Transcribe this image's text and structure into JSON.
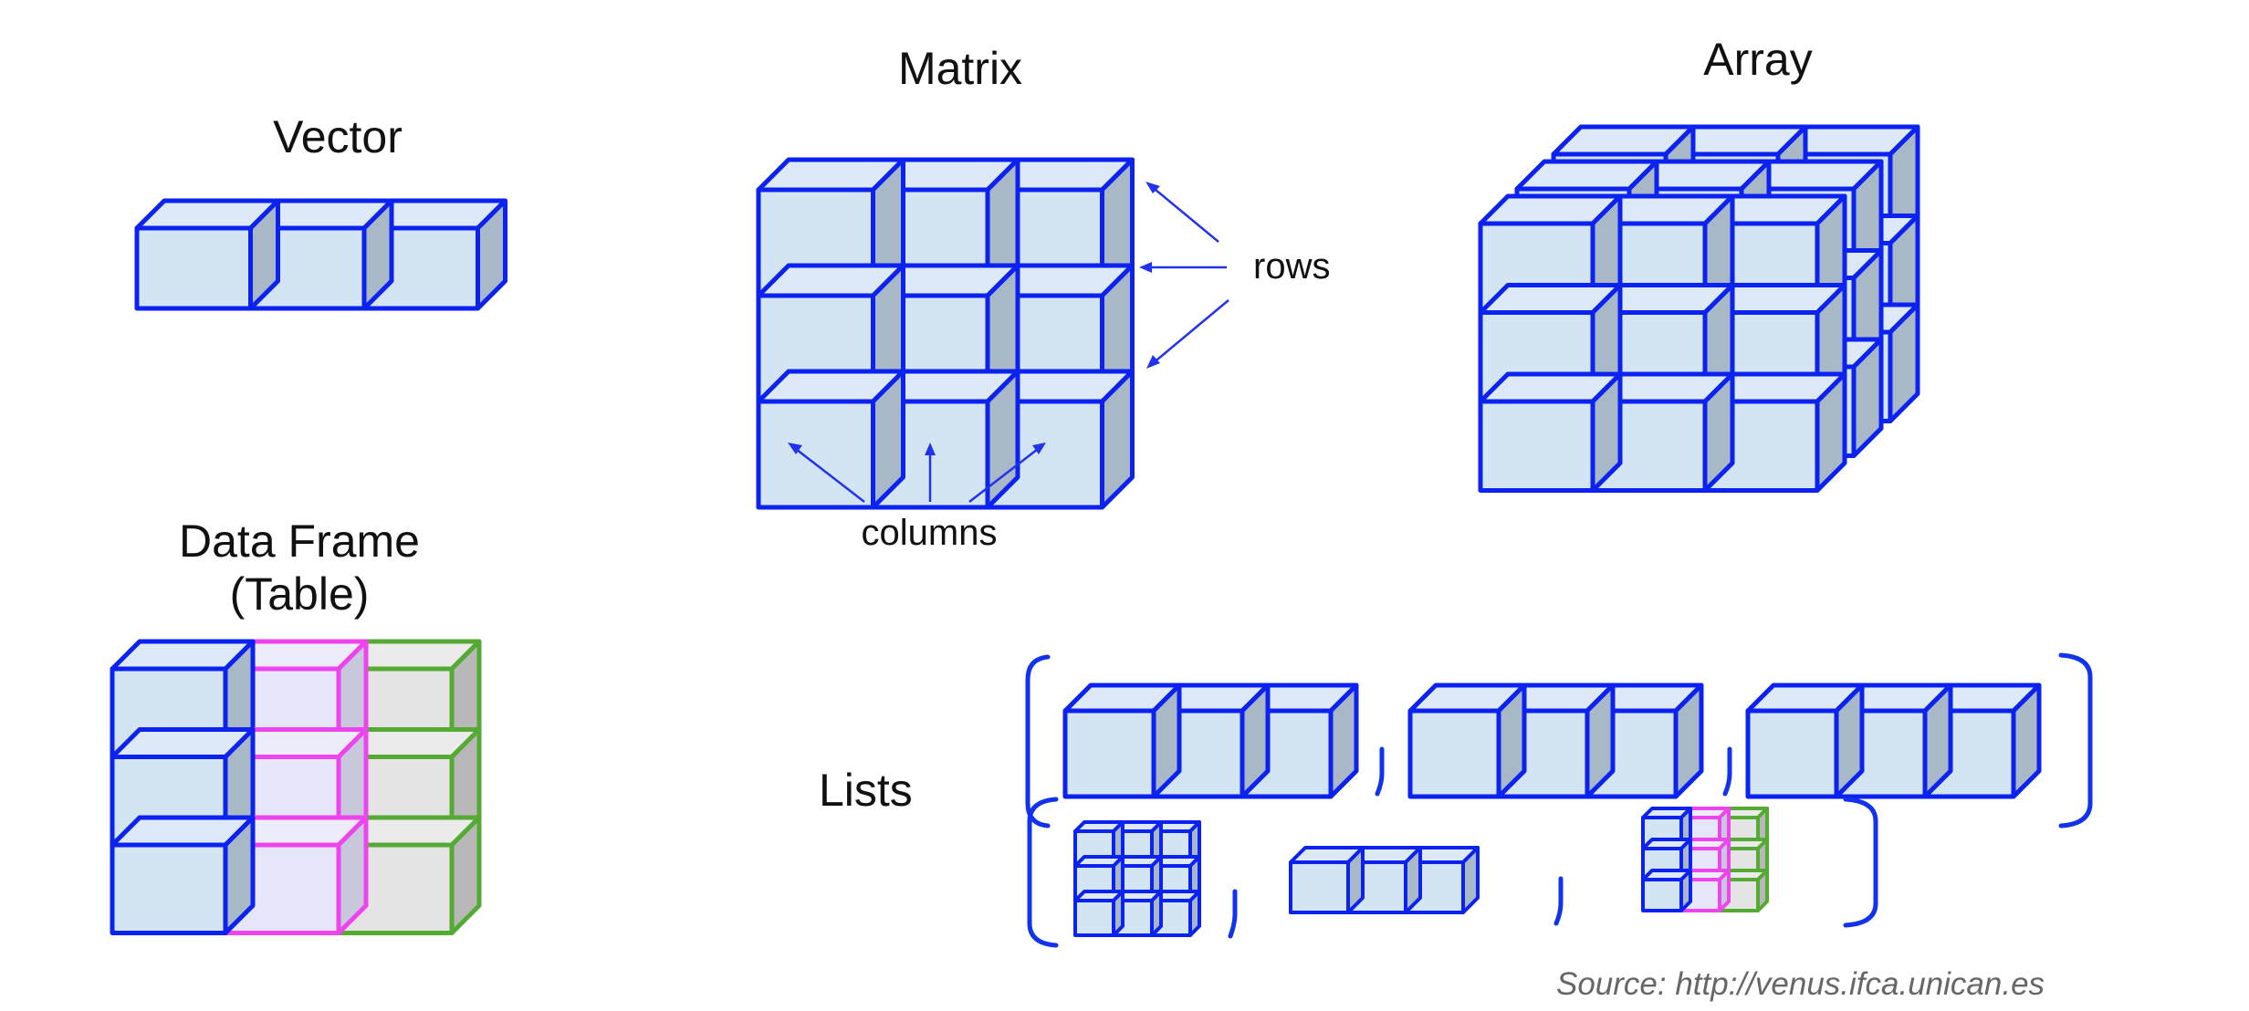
{
  "diagram": {
    "titles": {
      "vector": "Vector",
      "matrix": "Matrix",
      "array": "Array",
      "data_frame_line1": "Data Frame",
      "data_frame_line2": "(Table)",
      "lists": "Lists"
    },
    "annotations": {
      "rows": "rows",
      "columns": "columns"
    },
    "source": "Source: http://venus.ifca.unican.es",
    "palette": {
      "blue": {
        "stroke": "#0b22f0",
        "front": "#d3e5f3",
        "top": "#dde9f6",
        "side": "#a9b8c6"
      },
      "magenta": {
        "stroke": "#ee44ee",
        "front": "#e6e6fa",
        "top": "#ececfb",
        "side": "#c8c8dc"
      },
      "green": {
        "stroke": "#55aa33",
        "front": "#e4e4e4",
        "top": "#ebebeb",
        "side": "#b8b8b8"
      },
      "arrow": "#2233ee"
    },
    "structures": {
      "vector": {
        "rows": 1,
        "cols": 3,
        "layers": 1,
        "column_colors": [
          "blue",
          "blue",
          "blue"
        ]
      },
      "matrix": {
        "rows": 3,
        "cols": 3,
        "layers": 1,
        "column_colors": [
          "blue",
          "blue",
          "blue"
        ]
      },
      "array": {
        "rows": 3,
        "cols": 3,
        "layers": 3,
        "column_colors": [
          "blue",
          "blue",
          "blue"
        ]
      },
      "data_frame": {
        "rows": 3,
        "cols": 3,
        "layers": 1,
        "column_colors": [
          "blue",
          "magenta",
          "green"
        ]
      }
    },
    "lists": [
      {
        "items": [
          "vector",
          "vector",
          "vector"
        ]
      },
      {
        "items": [
          "matrix",
          "vector",
          "data_frame"
        ]
      }
    ]
  }
}
